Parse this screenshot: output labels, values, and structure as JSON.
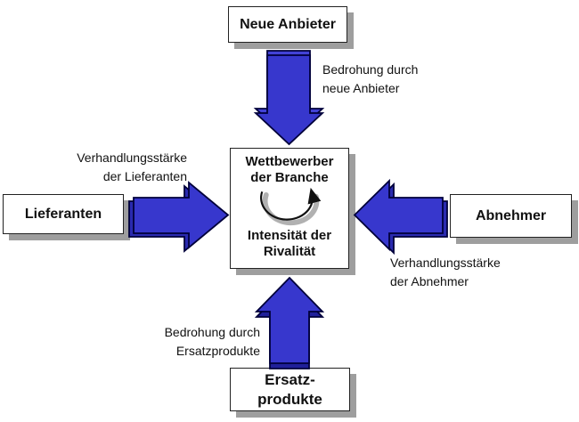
{
  "diagram": {
    "type": "five-forces-diagram",
    "colors": {
      "arrow_fill": "#3737cd",
      "arrow_edge_top": "#4242d6",
      "arrow_edge_dark": "#20209a",
      "arrow_edge_side": "#2a2ab0",
      "arrow_outline": "#00003a",
      "box_border": "#222222",
      "box_shadow": "#9e9e9e",
      "curve_shadow": "#b1b1b1",
      "text": "#111111",
      "background": "#ffffff"
    },
    "boxes": {
      "top": {
        "label": "Neue Anbieter"
      },
      "left": {
        "label": "Lieferanten"
      },
      "right": {
        "label": "Abnehmer"
      },
      "bottom": {
        "label": "Ersatz-\nprodukte"
      },
      "center": {
        "title": "Wettbewerber\nder Branche",
        "subtitle": "Intensität der\nRivalität"
      }
    },
    "labels": {
      "top": {
        "text": "Bedrohung durch\nneue Anbieter"
      },
      "left": {
        "text": "Verhandlungsstärke\nder Lieferanten"
      },
      "right": {
        "text": "Verhandlungsstärke\nder Abnehmer"
      },
      "bottom": {
        "text": "Bedrohung durch\nErsatzprodukte"
      }
    }
  }
}
